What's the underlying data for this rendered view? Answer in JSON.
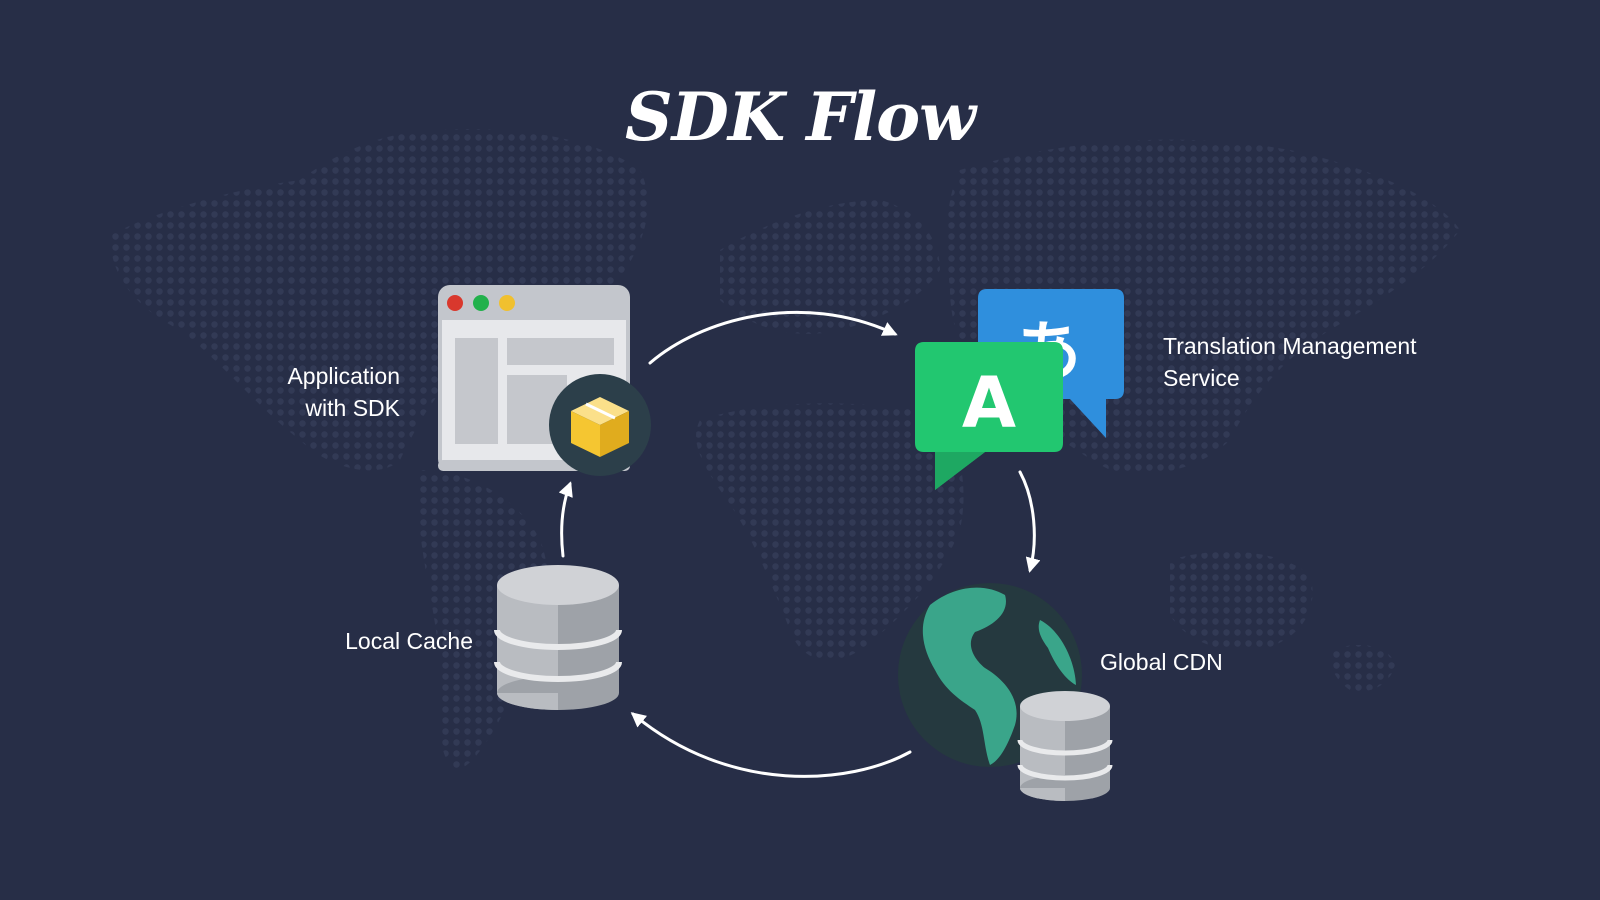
{
  "title": "SDK Flow",
  "colors": {
    "background": "#272e47",
    "map_dots": "#323a55",
    "arrow": "#ffffff",
    "browser_dot_red": "#d9382d",
    "browser_dot_green": "#22b14c",
    "browser_dot_yellow": "#f0c02f",
    "bubble_green": "#22c770",
    "bubble_blue": "#2f8fdd",
    "package_yellow": "#f5c631",
    "globe_ocean": "#25393f",
    "globe_land": "#3aa58a",
    "database_gray": "#b9bcc1"
  },
  "nodes": {
    "app": {
      "line1": "Application",
      "line2": "with SDK",
      "icon": "browser-window-with-package-icon"
    },
    "tms": {
      "line1": "Translation Management",
      "line2": "Service",
      "icon": "translation-speech-bubbles-icon",
      "glyph_a": "A",
      "glyph_jp": "あ"
    },
    "cdn": {
      "label": "Global CDN",
      "icon": "globe-with-database-icon"
    },
    "cache": {
      "label": "Local Cache",
      "icon": "database-icon"
    }
  }
}
